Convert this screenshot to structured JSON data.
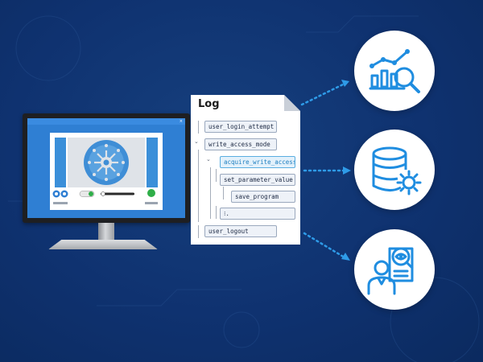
{
  "log": {
    "title": "Log",
    "entries": [
      {
        "text": "user_login_attempt"
      },
      {
        "text": "write_access_mode"
      },
      {
        "text": "acquire_write_access"
      },
      {
        "text": "set_parameter_value"
      },
      {
        "text": "save_program"
      },
      {
        "text": "⁝."
      },
      {
        "text": "user_logout"
      }
    ]
  },
  "colors": {
    "background": "#0f3270",
    "accent_blue": "#1f8de0",
    "highlight_text": "#1f7fc0",
    "log_entry_border": "#9aa8bd"
  },
  "icons": {
    "feature_1": "analytics-magnifier-icon",
    "feature_2": "database-gear-icon",
    "feature_3": "user-inspection-icon"
  }
}
